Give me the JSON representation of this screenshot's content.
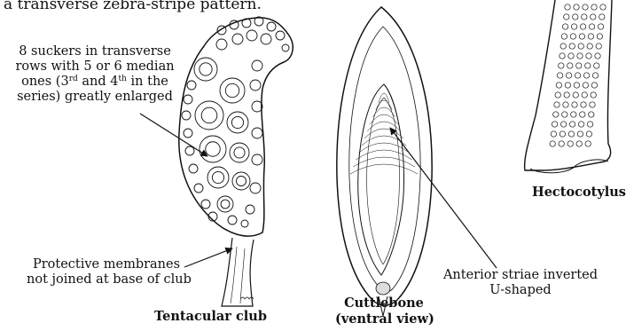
{
  "intro_text": "a transverse zebra-stripe pattern.",
  "suckers_label": {
    "line1": "8 suckers in transverse",
    "line2": "rows with 5 or 6 median",
    "line3_a": "ones (3",
    "line3_sup1": "rd",
    "line3_b": " and 4",
    "line3_sup2": "th",
    "line3_c": " in the",
    "line4": "series) greatly enlarged"
  },
  "membranes_label": {
    "line1": "Protective membranes",
    "line2": "not joined at base of club"
  },
  "striae_label": {
    "line1": "Anterior striae inverted",
    "line2": "U-shaped"
  },
  "captions": {
    "tentacular_club": "Tentacular club",
    "cuttlebone_line1": "Cuttlebone",
    "cuttlebone_line2": "(ventral view)",
    "hectocotylus": "Hectocotylus"
  },
  "colors": {
    "ink": "#111111",
    "background": "#ffffff"
  }
}
